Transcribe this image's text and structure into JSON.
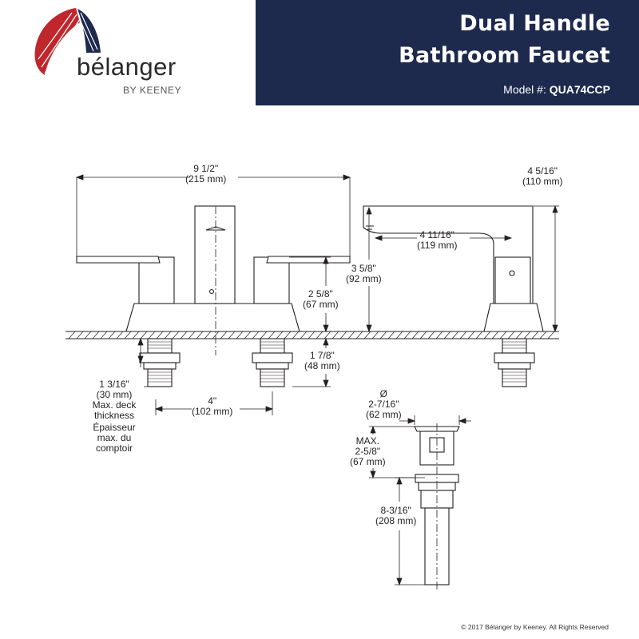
{
  "header": {
    "title_line1": "Dual Handle",
    "title_line2": "Bathroom Faucet",
    "model_label": "Model #:",
    "model_number": "QUA74CCP",
    "background_color": "#1d2a4d"
  },
  "brand": {
    "name": "bélanger",
    "subtitle": "BY KEENEY",
    "logo_colors": [
      "#c0272d",
      "#1d2a4d"
    ]
  },
  "dimensions": {
    "overall_width": {
      "imperial": "9 1/2\"",
      "metric": "(215 mm)"
    },
    "spout_height_side": {
      "imperial": "4 5/16\"",
      "metric": "(110 mm)"
    },
    "spout_reach": {
      "imperial": "4 11/16\"",
      "metric": "(119 mm)"
    },
    "spout_total_height": {
      "imperial": "3 5/8\"",
      "metric": "(92 mm)"
    },
    "handle_height": {
      "imperial": "2 5/8\"",
      "metric": "(67 mm)"
    },
    "shank_length": {
      "imperial": "1 7/8\"",
      "metric": "(48 mm)"
    },
    "deck_thickness": {
      "imperial": "1 3/16\"",
      "metric": "(30 mm)",
      "note_en": "Max. deck thickness",
      "note_fr": "Épaisseur max. du comptoir"
    },
    "center_spacing": {
      "imperial": "4\"",
      "metric": "(102 mm)"
    },
    "drain_diameter": {
      "symbol": "Ø",
      "imperial": "2-7/16\"",
      "metric": "(62 mm)"
    },
    "drain_max_thickness": {
      "label": "MAX.",
      "imperial": "2-5/8\"",
      "metric": "(67 mm)"
    },
    "drain_length": {
      "imperial": "8-3/16\"",
      "metric": "(208 mm)"
    }
  },
  "footer": {
    "copyright": "© 2017 Bélanger by Keeney. All Rights Reserved"
  }
}
